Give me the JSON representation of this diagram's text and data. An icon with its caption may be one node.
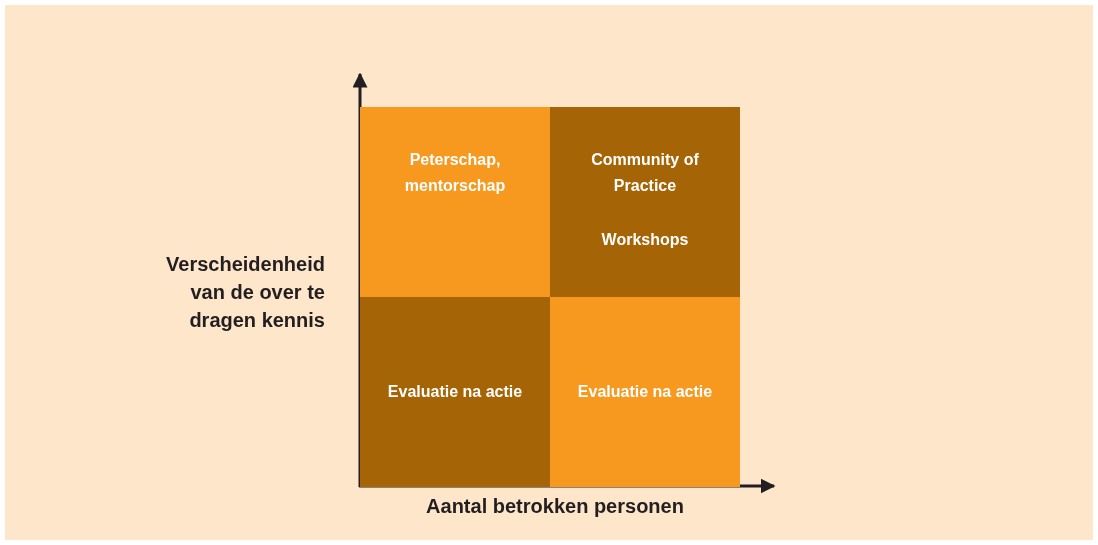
{
  "diagram": {
    "nodes": [
      {
        "text": [
          "Peterschap, mentorschap"
        ]
      },
      {
        "text": [
          "Community of Practice",
          "Workshops"
        ]
      },
      {
        "text": [
          "Evaluatie na actie"
        ]
      },
      {
        "text": [
          "Evaluatie na actie"
        ]
      }
    ],
    "labels": [
      "Verscheidenheid van de over te dragen kennis",
      "Aantal betrokken personen"
    ]
  }
}
